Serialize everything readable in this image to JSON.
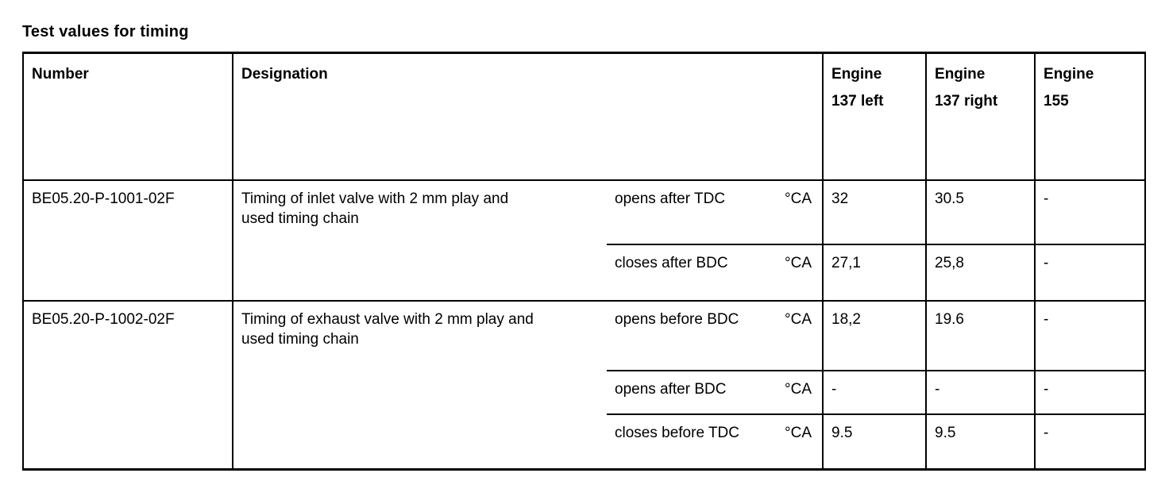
{
  "colors": {
    "text": "#000000",
    "background": "#ffffff",
    "border": "#000000"
  },
  "title": "Test values for timing",
  "table": {
    "headers": {
      "number": "Number",
      "designation": "Designation",
      "engine_columns": [
        [
          "Engine",
          "137 left"
        ],
        [
          "Engine",
          "137 right"
        ],
        [
          "Engine",
          "155"
        ]
      ]
    },
    "rows": [
      {
        "number": "BE05.20-P-1001-02F",
        "designation_lines": [
          "Timing of inlet valve with 2 mm play and",
          "used timing chain"
        ],
        "subrows": [
          {
            "condition": "opens after TDC",
            "unit": "°CA",
            "engine_137_left": "32",
            "engine_137_right": "30.5",
            "engine_155": "-"
          },
          {
            "condition": "closes after BDC",
            "unit": "°CA",
            "engine_137_left": "27,1",
            "engine_137_right": "25,8",
            "engine_155": "-"
          }
        ]
      },
      {
        "number": "BE05.20-P-1002-02F",
        "designation_lines": [
          "Timing of exhaust valve with 2 mm play and",
          "used timing chain"
        ],
        "subrows": [
          {
            "condition": "opens before BDC",
            "unit": "°CA",
            "engine_137_left": "18,2",
            "engine_137_right": "19.6",
            "engine_155": "-"
          },
          {
            "condition": "opens after BDC",
            "unit": "°CA",
            "engine_137_left": "-",
            "engine_137_right": "-",
            "engine_155": "-"
          },
          {
            "condition": "closes before TDC",
            "unit": "°CA",
            "engine_137_left": "9.5",
            "engine_137_right": "9.5",
            "engine_155": "-"
          }
        ]
      }
    ]
  }
}
